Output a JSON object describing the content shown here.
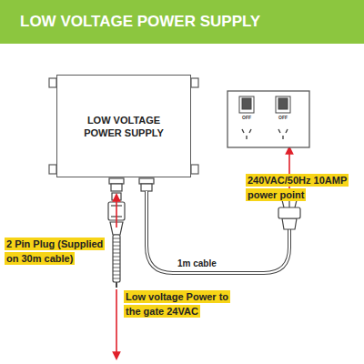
{
  "diagram": {
    "title": "LOW VOLTAGE POWER SUPPLY",
    "nodes": [
      {
        "text": [
          "LOW VOLTAGE POWER SUPPLY"
        ]
      }
    ],
    "labels": [
      "2 Pin Plug (Supplied on 30m cable)",
      "Low voltage Power to the gate 24VAC",
      "1m cable",
      "240VAC/50Hz 10AMP power point",
      "OFF",
      "OFF"
    ]
  }
}
